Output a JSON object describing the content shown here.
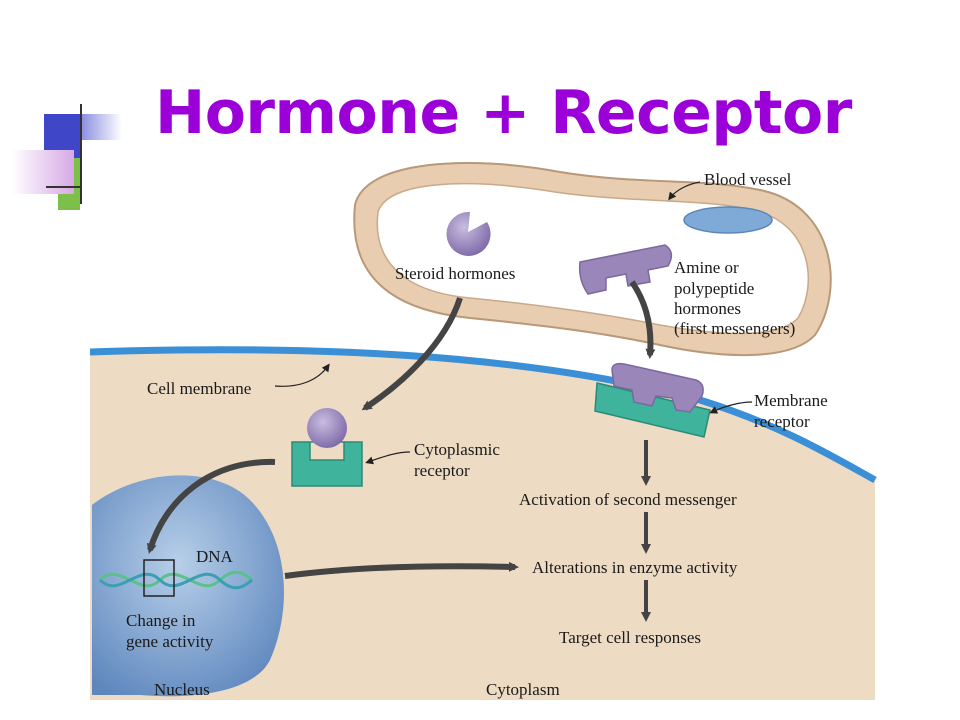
{
  "slide": {
    "title": "Hormone + Receptor"
  },
  "diagram": {
    "labels": {
      "blood_vessel": "Blood vessel",
      "steroid_hormones": "Steroid hormones",
      "amine_1": "Amine or",
      "amine_2": "polypeptide",
      "amine_3": "hormones",
      "amine_4": "(first messengers)",
      "cell_membrane": "Cell membrane",
      "membrane_receptor_1": "Membrane",
      "membrane_receptor_2": "receptor",
      "cyto_receptor_1": "Cytoplasmic",
      "cyto_receptor_2": "receptor",
      "activation": "Activation of second messenger",
      "dna": "DNA",
      "alterations": "Alterations in enzyme activity",
      "change_1": "Change in",
      "change_2": "gene activity",
      "target": "Target cell responses",
      "nucleus": "Nucleus",
      "cytoplasm": "Cytoplasm"
    },
    "colors": {
      "title": "#9b00d8",
      "cytoplasm": "#eedbc4",
      "membrane": "#3a8fd6",
      "vessel": "#e8cdb0",
      "nucleus": "#8fb2da",
      "hormone": "#9a86b8",
      "receptor": "#3fb39c",
      "arrow": "#444444"
    }
  }
}
